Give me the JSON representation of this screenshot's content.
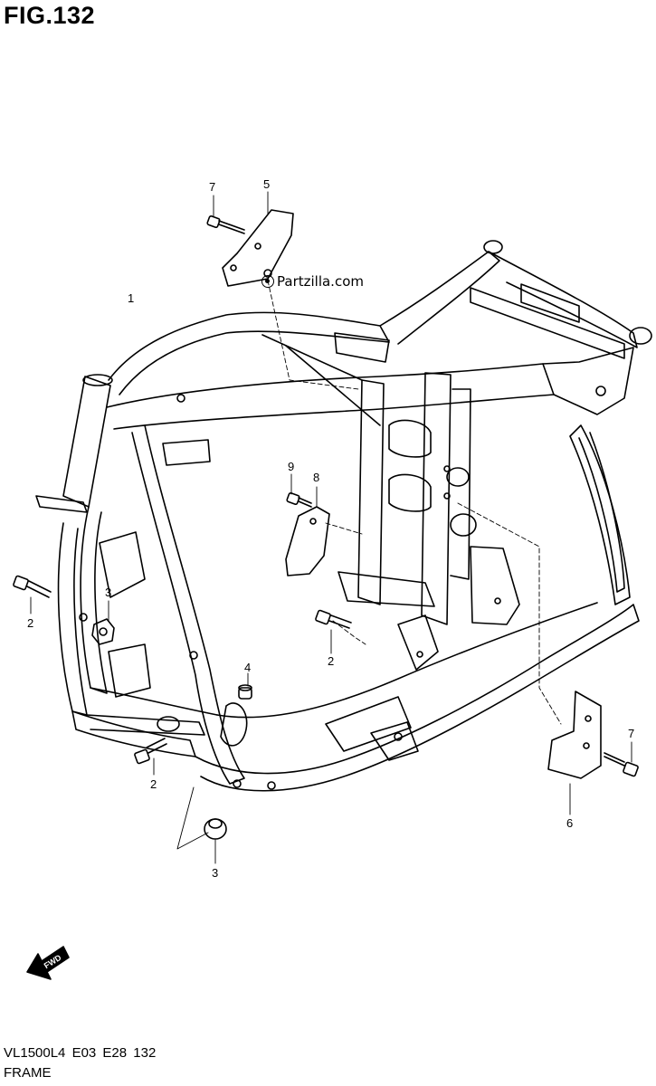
{
  "title": "FIG.132",
  "watermark": "Partzilla.com",
  "fwd_label": "FWD",
  "callouts": {
    "c1": "1",
    "c2a": "2",
    "c2b": "2",
    "c2c": "2",
    "c3a": "3",
    "c3b": "3",
    "c4": "4",
    "c5": "5",
    "c6": "6",
    "c7a": "7",
    "c7b": "7",
    "c8": "8",
    "c9": "9"
  },
  "footer": {
    "code": "VL1500L4  E03  E28  132",
    "name": "FRAME"
  }
}
